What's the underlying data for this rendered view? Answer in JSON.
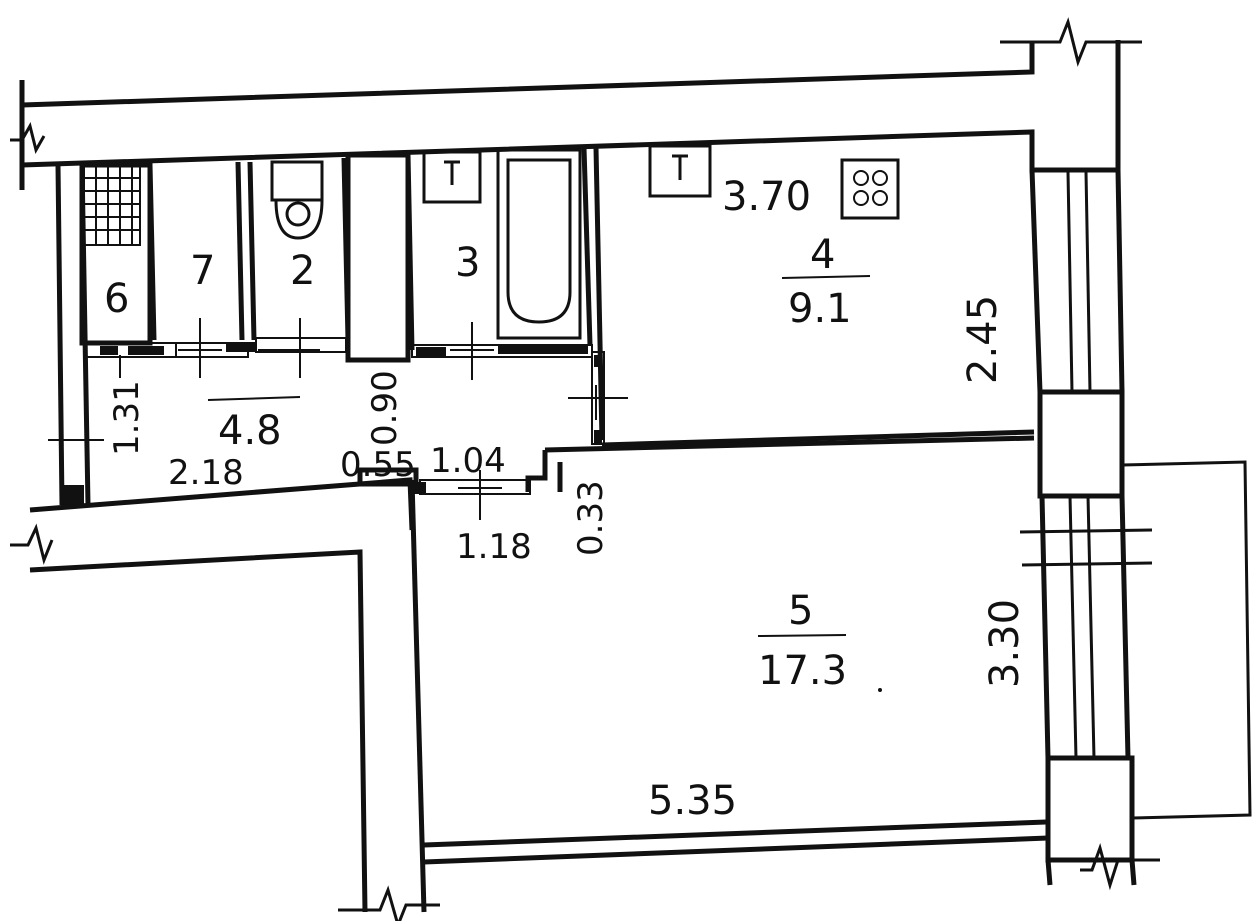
{
  "colors": {
    "ink": "#111111",
    "paper": "#ffffff"
  },
  "rooms": [
    {
      "id": "bathroom",
      "number": "3"
    },
    {
      "id": "toilet",
      "number": "2"
    },
    {
      "id": "closet",
      "number": "7"
    },
    {
      "id": "pantry",
      "number": "6"
    },
    {
      "id": "kitchen",
      "number": "4",
      "area": "9.1"
    },
    {
      "id": "hall",
      "area": "4.8"
    },
    {
      "id": "living",
      "number": "5",
      "area": "17.3"
    }
  ],
  "dimensions": {
    "kitchen_width": "3.70",
    "kitchen_depth": "2.45",
    "hall_height": "1.31",
    "hall_width": "2.18",
    "hall_passage": "0.90",
    "jamb_left": "0.55",
    "door_opening": "1.04",
    "door_clear": "1.18",
    "step_offset": "0.33",
    "living_height": "3.30",
    "living_width": "5.35"
  },
  "icons": [
    "stove-icon",
    "sink-icon",
    "toilet-icon",
    "bathtub-icon",
    "tile-grid-icon",
    "break-line-icon"
  ]
}
